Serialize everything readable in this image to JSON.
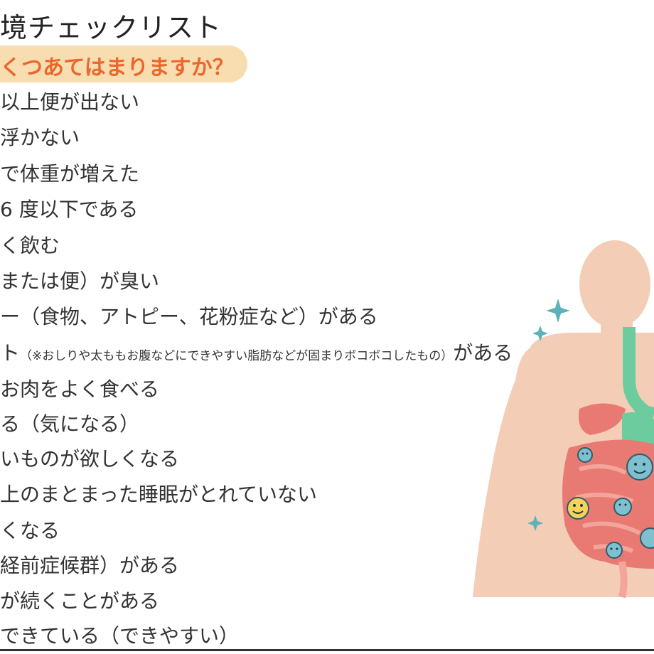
{
  "header": {
    "title": "境チェックリスト",
    "subtitle": "くつあてはまりますか？"
  },
  "items": [
    {
      "text": "以上便が出ない"
    },
    {
      "text": "浮かない"
    },
    {
      "text": "で体重が増えた"
    },
    {
      "text": "6 度以下である"
    },
    {
      "text": "く飲む"
    },
    {
      "text": "または便）が臭い"
    },
    {
      "text": "ー（食物、アトピー、花粉症など）がある"
    },
    {
      "text": "ト",
      "note": "（※おしりや太ももお腹などにできやすい脂肪などが固まりボコボコしたもの）",
      "tail": "がある"
    },
    {
      "text": "お肉をよく食べる"
    },
    {
      "text": "る（気になる）"
    },
    {
      "text": "いものが欲しくなる"
    },
    {
      "text": "上のまとまった睡眠がとれていない"
    },
    {
      "text": "くなる"
    },
    {
      "text": "経前症候群）がある"
    },
    {
      "text": "が続くことがある"
    },
    {
      "text": "できている（できやすい）"
    }
  ],
  "colors": {
    "accent": "#e9682d",
    "pill": "#f8ddb0",
    "body_skin": "#f3cdb5",
    "intestine": "#e97a73",
    "stomach": "#6ccc9e",
    "bacteria_blue": "#7fc0d0",
    "bacteria_yellow": "#f7d35a",
    "sparkle": "#5bb3b8"
  },
  "illustration": {
    "icon": "human-body-gut-bacteria-illustration"
  }
}
